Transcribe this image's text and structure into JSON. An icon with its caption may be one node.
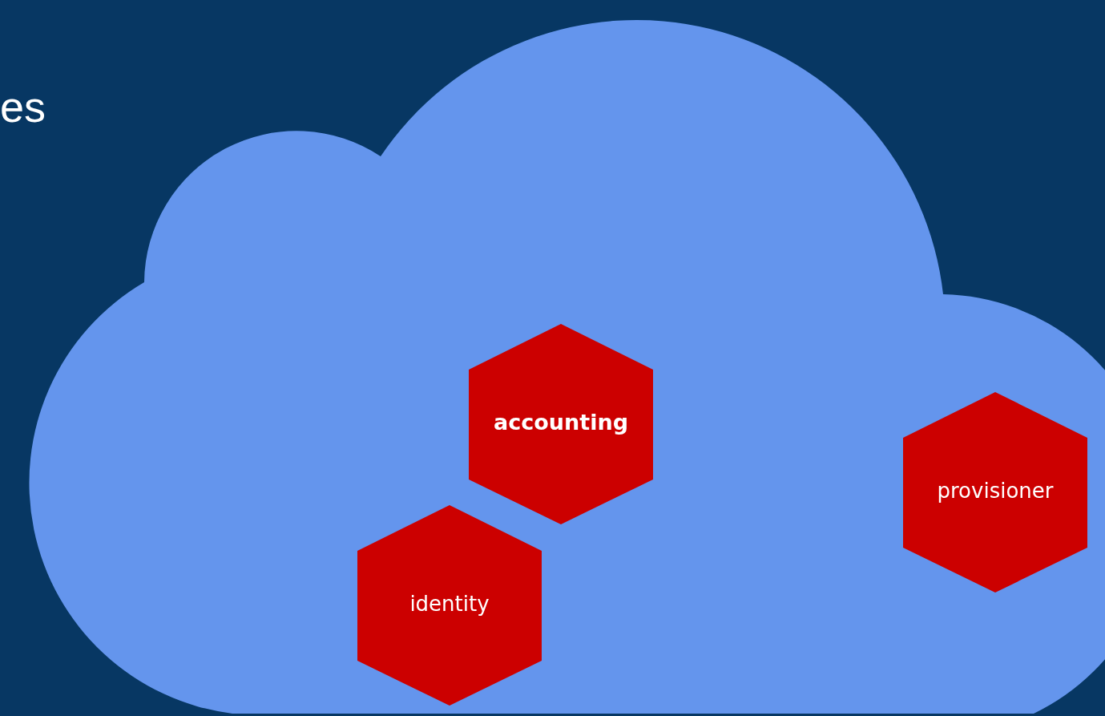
{
  "diagram": {
    "nodes": [
      {
        "text": [],
        "shape": "cloud"
      },
      {
        "text": [
          "accounting"
        ],
        "in": 0
      },
      {
        "text": [
          "identity"
        ],
        "in": 0
      },
      {
        "text": [
          "provisioner"
        ],
        "in": 0
      }
    ],
    "labels": [
      "es"
    ]
  }
}
